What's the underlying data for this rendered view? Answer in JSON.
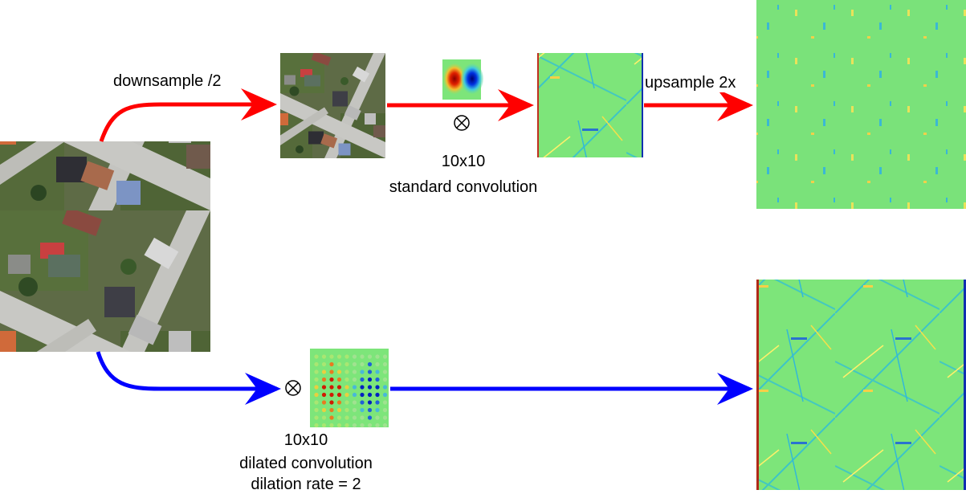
{
  "labels": {
    "downsample": "downsample /2",
    "upsample": "upsample 2x",
    "standard_kernel_size": "10x10",
    "standard_conv": "standard convolution",
    "dilated_kernel_size": "10x10",
    "dilated_conv": "dilated convolution",
    "dilation_rate": "dilation rate = 2"
  },
  "operators": {
    "convolve_symbol": "⊗"
  },
  "colors": {
    "standard_path": "#ff0000",
    "dilated_path": "#0000ff",
    "feature_map_bg": "#7de57a",
    "kernel_positive": "#d01a00",
    "kernel_negative": "#0020c0"
  },
  "images": {
    "input": "aerial-image",
    "input_small": "downsampled-aerial-image",
    "standard_kernel": "standard-kernel",
    "dilated_kernel": "dilated-kernel",
    "feature_small": "downsampled-feature-map",
    "feature_upsampled": "upsampled-feature-map",
    "feature_dilated": "dilated-feature-map"
  }
}
